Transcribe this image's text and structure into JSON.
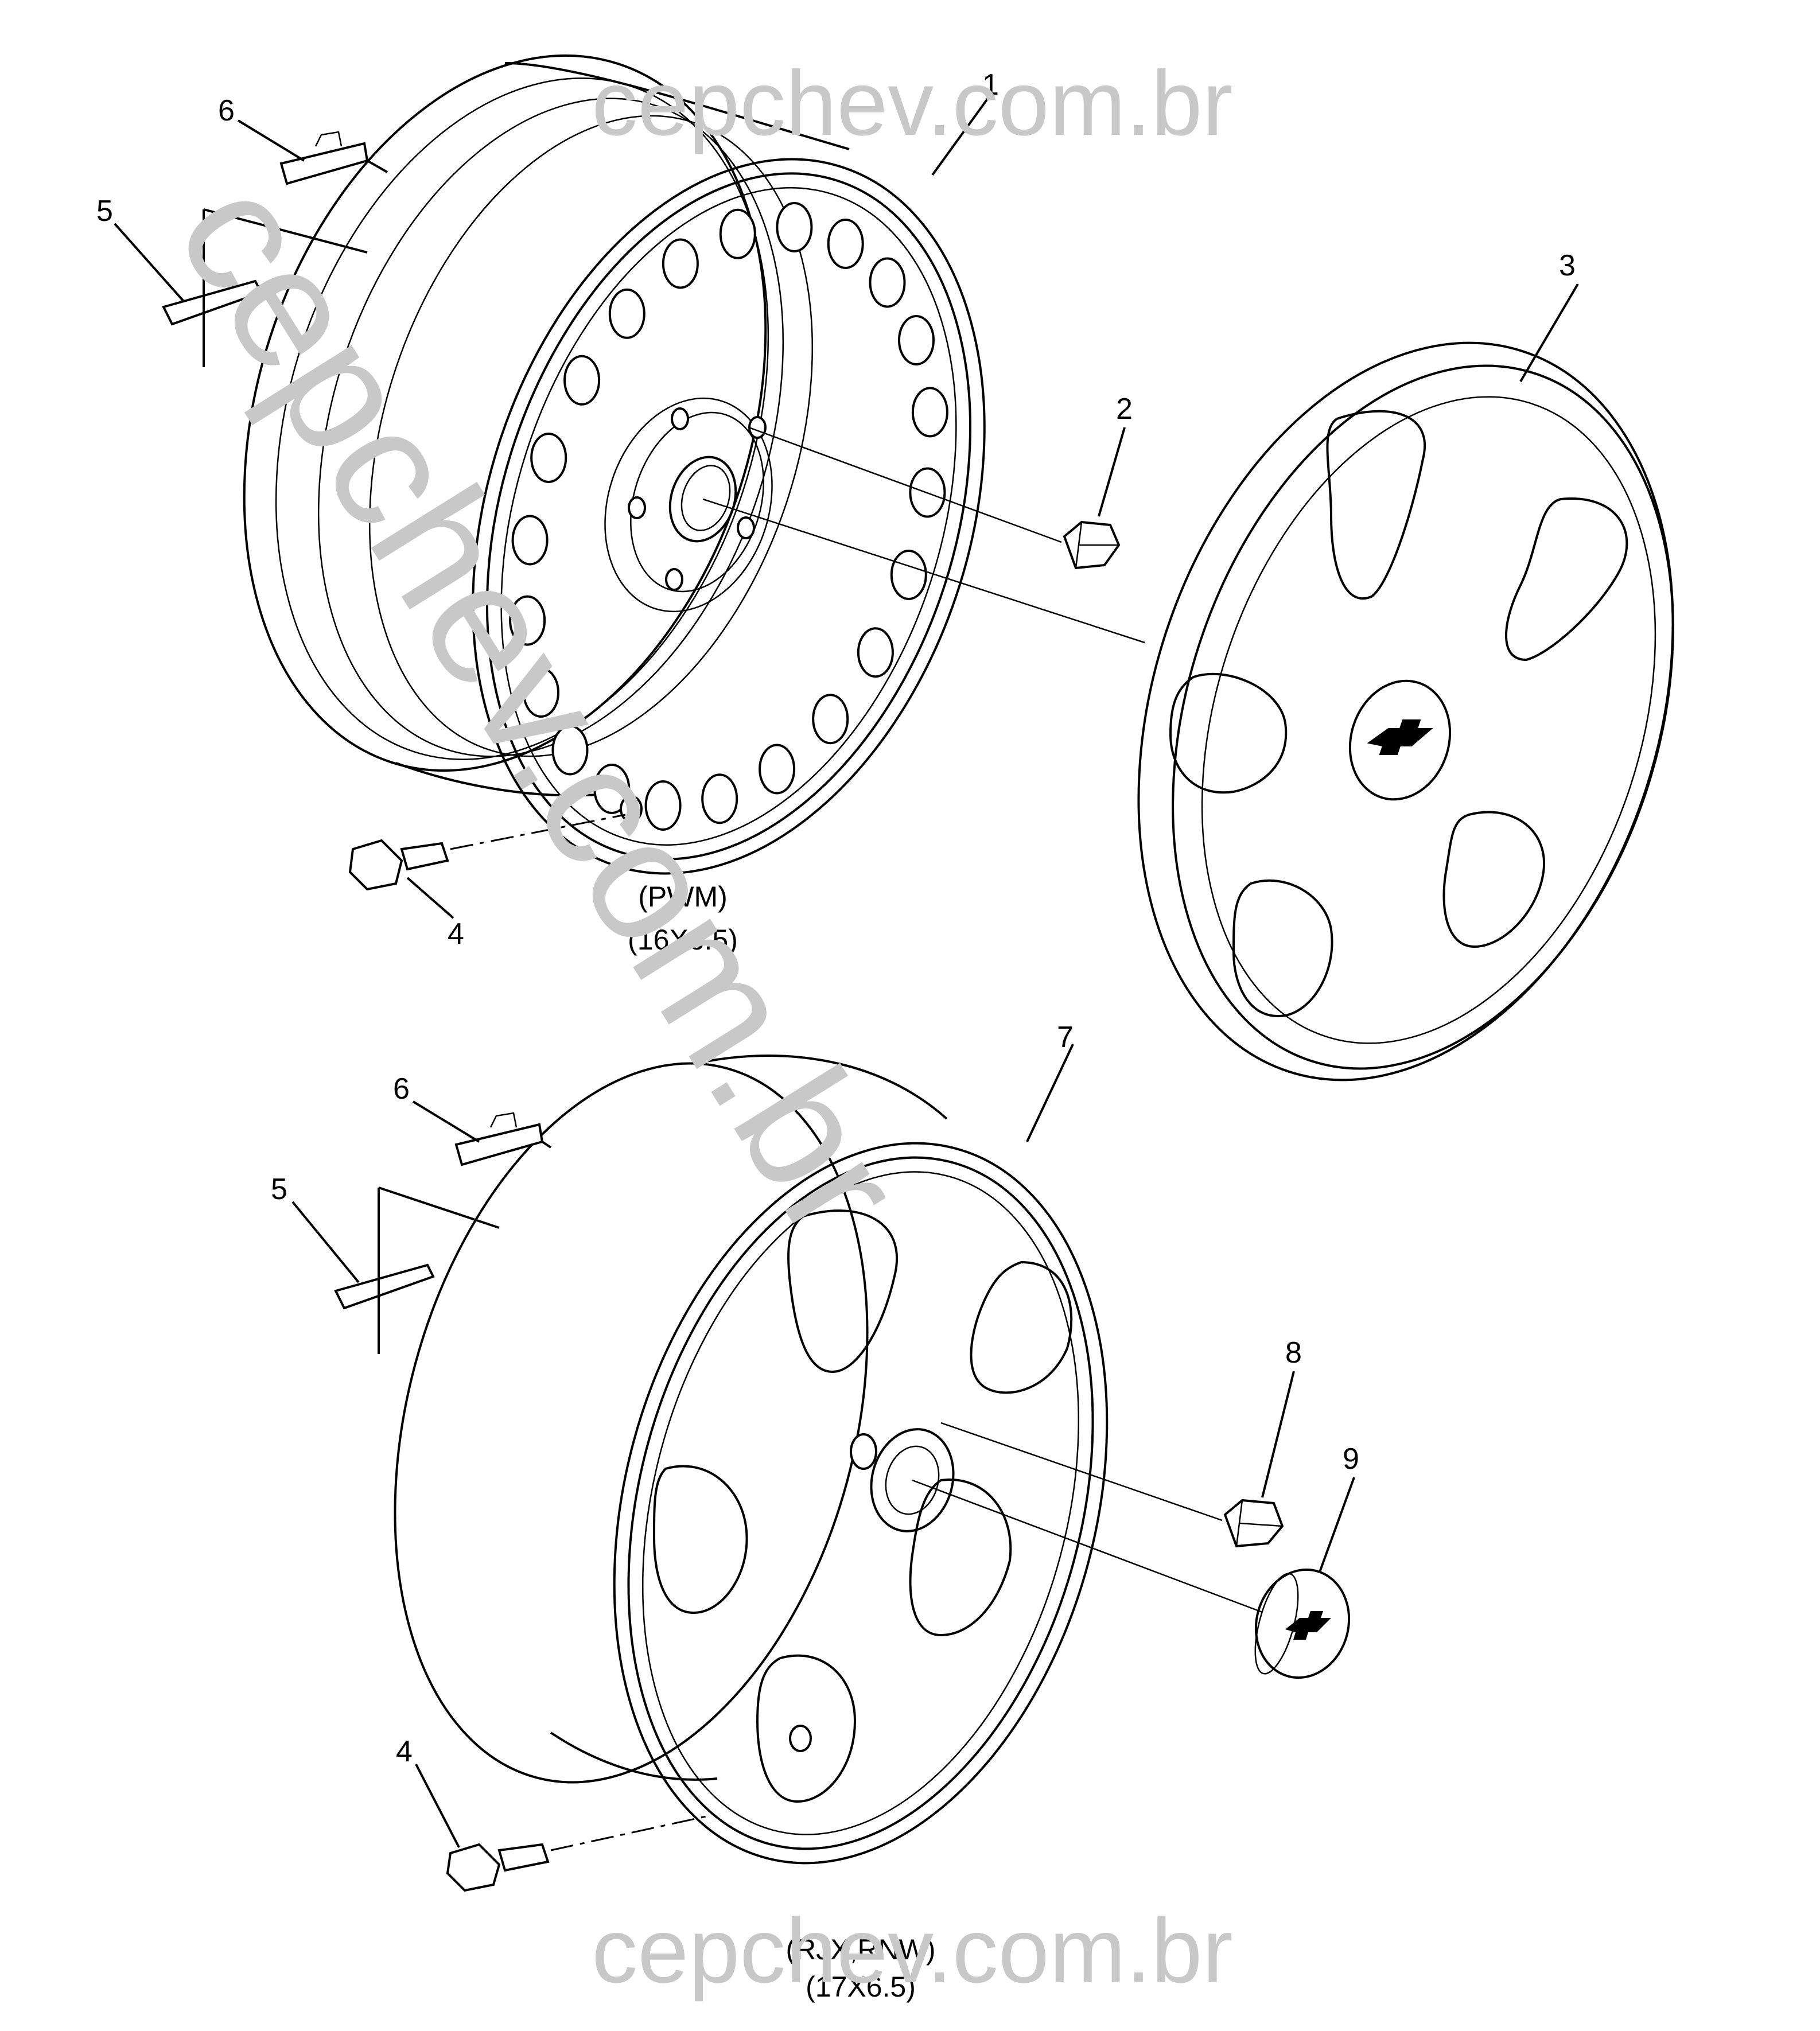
{
  "watermark": {
    "top": "cepchev.com.br",
    "bottom": "cepchev.com.br",
    "diagonal": "cepchev.com.br"
  },
  "captions": {
    "steel_wheel_code": "(PWM)",
    "steel_wheel_size": "(16X6.5)",
    "alloy_wheel_code": "(RJX,RNW)",
    "alloy_wheel_size": "(17X6.5)"
  },
  "callouts": {
    "upper": [
      "1",
      "2",
      "3",
      "4",
      "5",
      "6"
    ],
    "lower": [
      "4",
      "5",
      "6",
      "7",
      "8",
      "9"
    ]
  },
  "icons": [
    "steel-wheel-icon",
    "wheel-nut-icon",
    "wheel-cover-icon",
    "tpms-sensor-icon",
    "adhesive-weight-icon",
    "clip-weight-icon",
    "alloy-wheel-icon",
    "center-cap-icon",
    "chevrolet-bowtie-icon"
  ]
}
